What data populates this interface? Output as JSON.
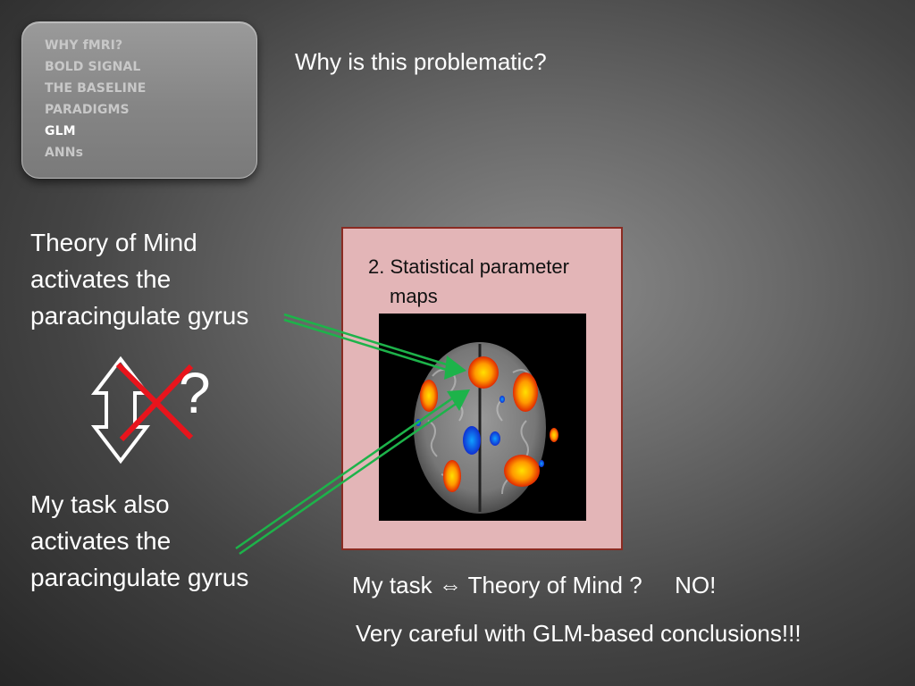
{
  "nav": {
    "items": [
      {
        "label": "WHY fMRI?",
        "active": false
      },
      {
        "label": "BOLD SIGNAL",
        "active": false
      },
      {
        "label": "THE BASELINE",
        "active": false
      },
      {
        "label": "PARADIGMS",
        "active": false
      },
      {
        "label": "GLM",
        "active": true
      },
      {
        "label": "ANNs",
        "active": false
      }
    ]
  },
  "slide": {
    "title": "Why is this problematic?",
    "block1": [
      "Theory of Mind",
      "activates the",
      "paracingulate gyrus"
    ],
    "block2": [
      "My task also",
      "activates the",
      "paracingulate gyrus"
    ],
    "question_mark": "?",
    "panel": {
      "caption_line1": "2. Statistical parameter",
      "caption_line2": "maps"
    },
    "conclusion1": {
      "left": "My task",
      "arrow": "⇔",
      "right": "Theory of Mind ?",
      "answer": "NO!"
    },
    "conclusion2": "Very careful with GLM-based conclusions!!!"
  },
  "colors": {
    "panel_bg": "#e3b5b7",
    "panel_border": "#8a2b22",
    "arrow_green": "#1db34a",
    "cross_red": "#e8141c",
    "nav_active": "#ffffff",
    "nav_inactive": "#c8c8c8"
  },
  "icons": [
    "double-arrow-icon",
    "red-cross-icon",
    "green-arrow-icon",
    "brain-activation-map"
  ]
}
